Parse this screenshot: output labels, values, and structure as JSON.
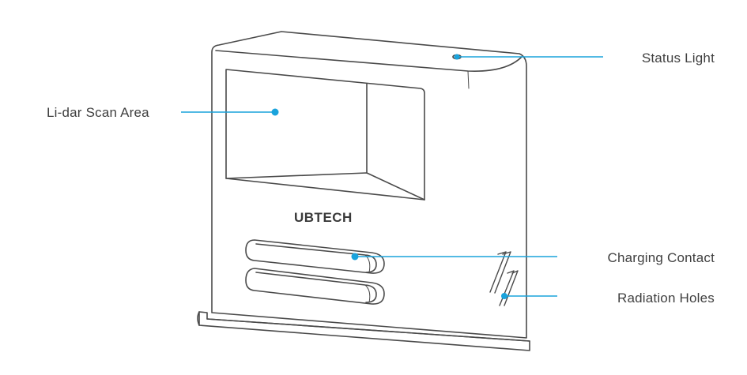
{
  "diagram": {
    "brand_logo_text": "UBTECH",
    "colors": {
      "outline": "#4a4a4a",
      "callout": "#1aa3dc",
      "label_text": "#3f3f3f",
      "background": "#ffffff"
    },
    "callouts": [
      {
        "id": "status-light",
        "label": "Status Light"
      },
      {
        "id": "lidar-scan-area",
        "label": "Li-dar Scan Area"
      },
      {
        "id": "charging-contact",
        "label": "Charging Contact"
      },
      {
        "id": "radiation-holes",
        "label": "Radiation Holes"
      }
    ]
  }
}
